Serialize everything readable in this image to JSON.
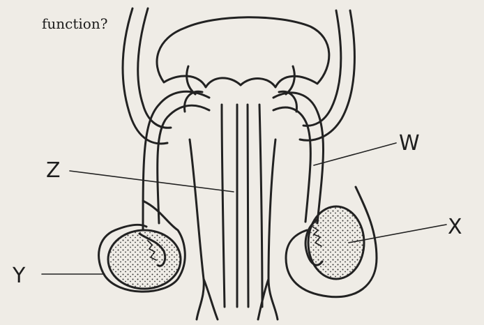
{
  "question": {
    "text": "function?"
  },
  "labels": {
    "w": "W",
    "x": "X",
    "y": "Y",
    "z": "Z"
  },
  "colors": {
    "ink": "#222222",
    "paper": "#efece6"
  }
}
